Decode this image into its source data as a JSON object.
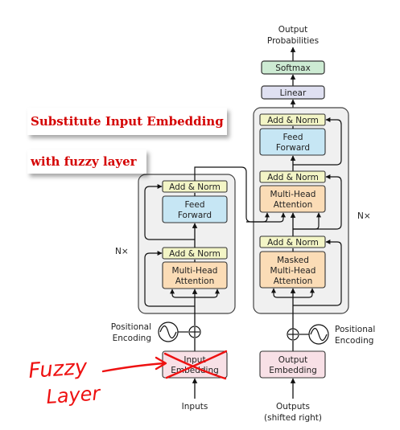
{
  "outputs": {
    "output_probabilities_line1": "Output",
    "output_probabilities_line2": "Probabilities",
    "softmax": "Softmax",
    "linear": "Linear"
  },
  "encoder": {
    "add_norm_top": "Add & Norm",
    "feed_forward_line1": "Feed",
    "feed_forward_line2": "Forward",
    "add_norm_bottom": "Add & Norm",
    "mha_line1": "Multi-Head",
    "mha_line2": "Attention",
    "repeat": "N×",
    "pos_enc_line1": "Positional",
    "pos_enc_line2": "Encoding",
    "input_emb_line1": "Input",
    "input_emb_line2": "Embedding",
    "inputs": "Inputs"
  },
  "decoder": {
    "add_norm_top": "Add & Norm",
    "feed_forward_line1": "Feed",
    "feed_forward_line2": "Forward",
    "add_norm_mid": "Add & Norm",
    "mha_line1": "Multi-Head",
    "mha_line2": "Attention",
    "add_norm_bottom": "Add & Norm",
    "masked_line1": "Masked",
    "masked_line2": "Multi-Head",
    "masked_line3": "Attention",
    "repeat": "N×",
    "pos_enc_line1": "Positional",
    "pos_enc_line2": "Encoding",
    "output_emb_line1": "Output",
    "output_emb_line2": "Embedding",
    "outputs_line1": "Outputs",
    "outputs_line2": "(shifted right)"
  },
  "annotations": {
    "title": "Substitute Input Embedding",
    "subtitle": "with fuzzy layer",
    "handwritten_line1": "Fuzzy",
    "handwritten_line2": "Layer"
  },
  "colors": {
    "softmax": "#cdebd3",
    "linear": "#dfe0f1",
    "add_norm": "#f3f5c6",
    "feed_forward": "#c6e6f4",
    "attention": "#fbdcb6",
    "embedding": "#f8e0e6",
    "block_bg": "#f0f0f0",
    "annotation_red": "#d40000",
    "ink_red": "#ee1111"
  }
}
